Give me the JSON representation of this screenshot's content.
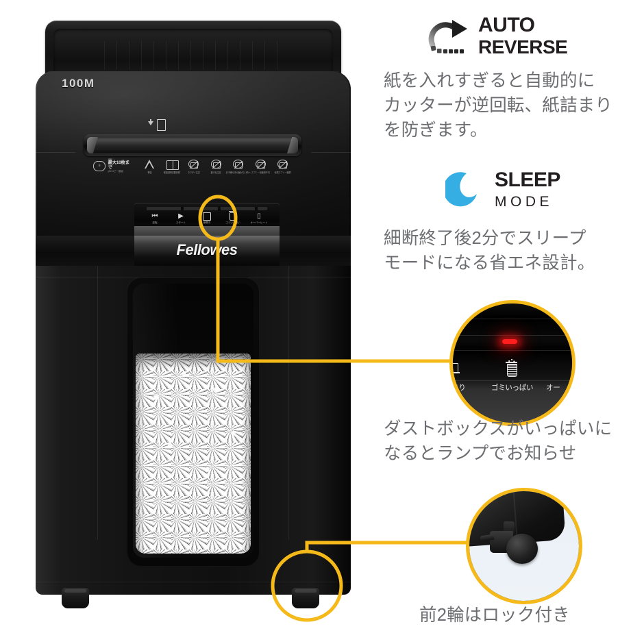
{
  "product": {
    "model_badge": "100M",
    "brand_logo": "Fellowes",
    "capacity_note_small": "用紙",
    "capacity_note_main": "最大10枚まで",
    "capacity_note_sub": "(A4コピー用紙)",
    "warning_icons": [
      {
        "name": "warning-triangle-icon",
        "label": "警告"
      },
      {
        "name": "manual-book-icon",
        "label": "取扱説明書要参照"
      },
      {
        "name": "no-necktie-icon",
        "label": "ネクタイ注意"
      },
      {
        "name": "no-hair-icon",
        "label": "髪の毛注意"
      },
      {
        "name": "no-children-icon",
        "label": "お子様の手の届かない所へ"
      },
      {
        "name": "no-spray-icon",
        "label": "スプレー缶使用不可"
      },
      {
        "name": "no-aerosol-icon",
        "label": "可燃スプレー厳禁"
      }
    ],
    "control_panel": {
      "buttons": [
        {
          "name": "reverse-button",
          "glyph": "rewind",
          "label": "逆転"
        },
        {
          "name": "start-button",
          "glyph": "play",
          "label": "スタート"
        },
        {
          "name": "door-open-indicator",
          "glyph": "door",
          "label": "扉開き"
        },
        {
          "name": "bin-full-indicator",
          "glyph": "bin",
          "label": "ゴミいっぱい"
        },
        {
          "name": "overheat-indicator",
          "glyph": "thermo",
          "label": "オーバーヒート"
        }
      ]
    }
  },
  "features": [
    {
      "id": "auto-reverse",
      "icon": "auto-reverse-icon",
      "title_line1": "AUTO",
      "title_line2": "REVERSE",
      "body": "紙を入れすぎると自動的に\nカッターが逆回転、紙詰まり\nを防ぎます。"
    },
    {
      "id": "sleep-mode",
      "icon": "sleep-moon-icon",
      "title_line1": "SLEEP",
      "title_line2": "MODE",
      "body": "細断終了後2分でスリープ\nモードになる省エネ設計。"
    }
  ],
  "insets": [
    {
      "id": "bin-full-inset",
      "caption": "ダストボックスがいっぱいに\nなるとランプでお知らせ",
      "labels": [
        {
          "name": "inset-label-door",
          "text": "まり"
        },
        {
          "name": "inset-label-bin-full",
          "text": "ゴミいっぱい"
        },
        {
          "name": "inset-label-overheat",
          "text": "オー"
        }
      ],
      "led_state": "on",
      "led_color": "#ff1e1e"
    },
    {
      "id": "caster-lock-inset",
      "caption": "前2輪はロック付き"
    }
  ],
  "colors": {
    "callout_yellow": "#f5b919",
    "body_text_gray": "#6d6e71",
    "heading_black": "#231f20",
    "sleep_blue": "#35afe3",
    "background": "#ffffff",
    "led_red": "#ff1e1e"
  }
}
